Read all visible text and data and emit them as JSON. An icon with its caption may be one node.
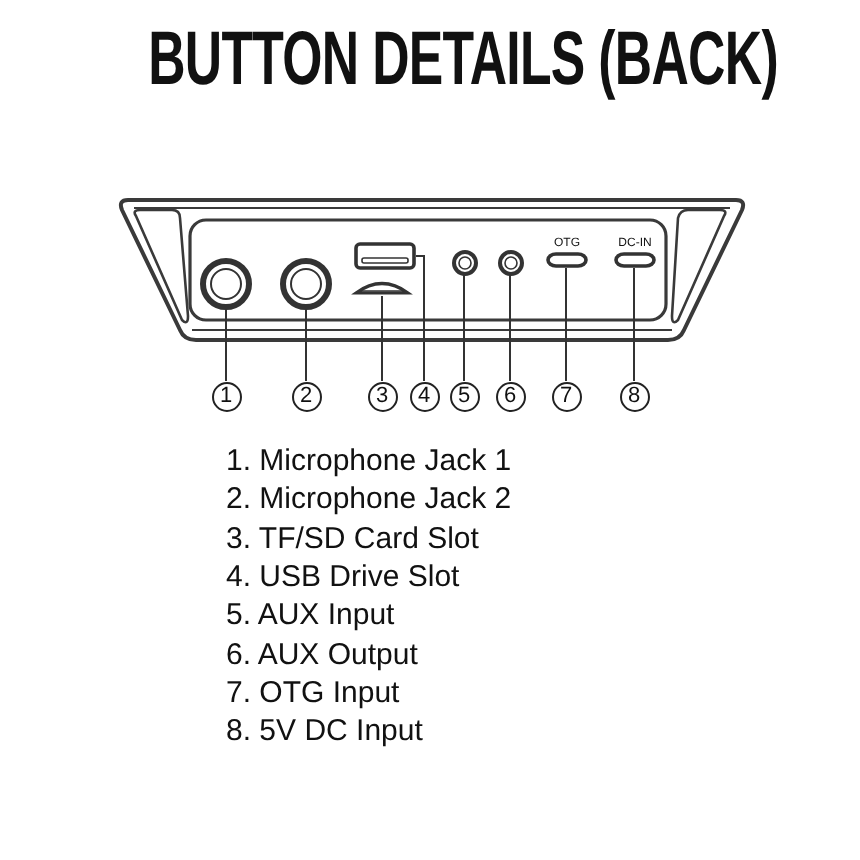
{
  "diagram": {
    "title": "BUTTON DETAILS (BACK)",
    "nodes": [
      {
        "text": [
          "1"
        ]
      },
      {
        "text": [
          "2"
        ]
      },
      {
        "text": [
          "3"
        ]
      },
      {
        "text": [
          "4"
        ]
      },
      {
        "text": [
          "5"
        ]
      },
      {
        "text": [
          "6"
        ]
      },
      {
        "text": [
          "7"
        ]
      },
      {
        "text": [
          "8"
        ]
      },
      {
        "text": [],
        "shape": "circle"
      },
      {
        "text": [],
        "shape": "circle"
      },
      {
        "text": [],
        "shape": "slot"
      },
      {
        "text": [],
        "shape": "box"
      },
      {
        "text": [],
        "shape": "circle"
      },
      {
        "text": [],
        "shape": "circle"
      },
      {
        "text": [],
        "shape": "box"
      },
      {
        "text": [],
        "shape": "box"
      }
    ],
    "edges": [
      {
        "from": 0,
        "to": 8,
        "arrow": "none"
      },
      {
        "from": 1,
        "to": 9,
        "arrow": "none"
      },
      {
        "from": 2,
        "to": 10,
        "arrow": "none"
      },
      {
        "from": 3,
        "to": 11,
        "arrow": "none"
      },
      {
        "from": 4,
        "to": 12,
        "arrow": "none"
      },
      {
        "from": 5,
        "to": 13,
        "arrow": "none"
      },
      {
        "from": 6,
        "to": 14,
        "arrow": "none"
      },
      {
        "from": 7,
        "to": 15,
        "arrow": "none"
      }
    ],
    "labels": [
      "OTG",
      "DC-IN",
      "1. Microphone Jack 1",
      "2. Microphone Jack 2",
      "3. TF/SD Card Slot",
      "4. USB Drive Slot",
      "5. AUX Input",
      "6. AUX Output",
      "7. OTG Input",
      "8. 5V DC Input"
    ]
  }
}
